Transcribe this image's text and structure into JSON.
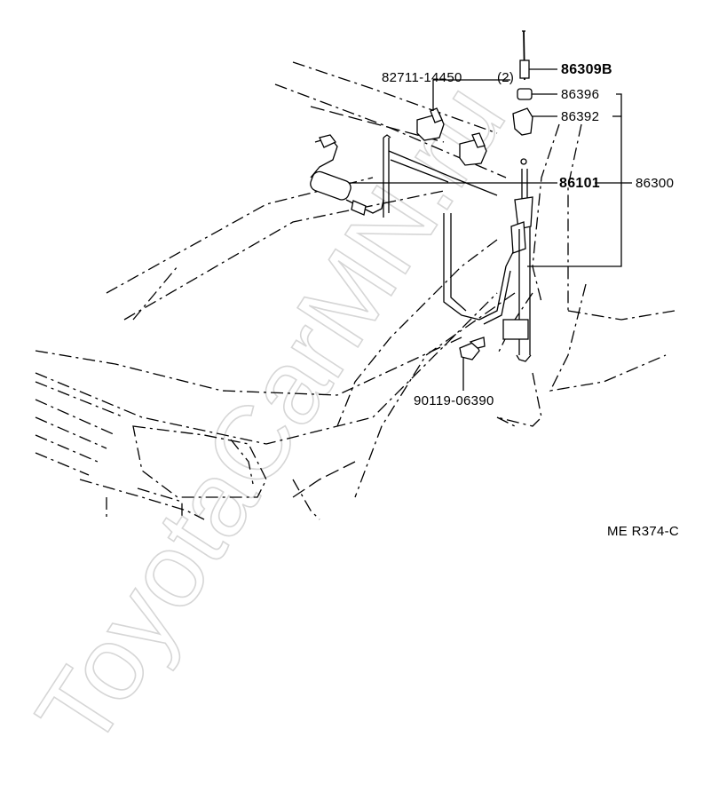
{
  "diagram": {
    "parts": {
      "clamp": {
        "number": "82711-14450",
        "qty": "(2)"
      },
      "rod": {
        "number": "86309B"
      },
      "nut": {
        "number": "86396"
      },
      "cap": {
        "number": "86392"
      },
      "antenna_body": {
        "number": "86101"
      },
      "antenna_assy": {
        "number": "86300"
      },
      "bolt": {
        "number": "90119-06390"
      }
    },
    "reference_code": "ME R374-C",
    "watermark": "ToyotaCarMN.ru"
  }
}
